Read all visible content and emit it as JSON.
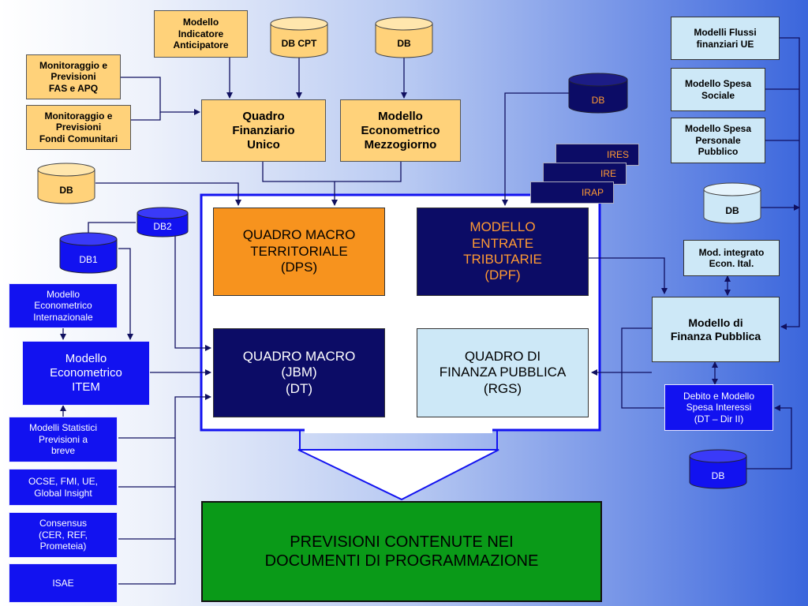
{
  "top_left": {
    "indicatore": "Modello\nIndicatore\nAnticipatore",
    "db_cpt": "DB CPT",
    "db_top": "DB",
    "monitor_fas": "Monitoraggio e\nPrevisioni\nFAS e APQ",
    "monitor_fondi": "Monitoraggio e\nPrevisioni\nFondi Comunitari",
    "quadro_fin": "Quadro\nFinanziario\nUnico",
    "econ_mezzo": "Modello\nEconometrico\nMezzogiorno",
    "db_left": "DB"
  },
  "left": {
    "db2": "DB2",
    "db1": "DB1",
    "econ_intl": "Modello\nEconometrico\nInternazionale",
    "item": "Modello\nEconometrico\nITEM",
    "statistici": "Modelli Statistici\nPrevisioni a\nbreve",
    "ocse": "OCSE, FMI, UE,\nGlobal Insight",
    "consensus": "Consensus\n(CER, REF,\nPrometeia)",
    "isae": "ISAE"
  },
  "center": {
    "territoriale": "QUADRO MACRO\nTERRITORIALE\n(DPS)",
    "entrate": "MODELLO\nENTRATE\nTRIBUTARIE\n(DPF)",
    "jbm": "QUADRO MACRO\n(JBM)\n(DT)",
    "rgs": "QUADRO DI\nFINANZA PUBBLICA\n(RGS)",
    "db_mid": "DB",
    "ires": "IRES",
    "ire": "IRE",
    "irap": "IRAP"
  },
  "right": {
    "flussi": "Modelli Flussi\nfinanziari UE",
    "spesa_sociale": "Modello Spesa\nSociale",
    "spesa_personale": "Modello Spesa\nPersonale\nPubblico",
    "db_right": "DB",
    "integrato": "Mod. integrato\nEcon. Ital.",
    "finanza": "Modello di\nFinanza Pubblica",
    "debito": "Debito e Modello\nSpesa Interessi\n(DT – Dir II)",
    "db_bottom": "DB"
  },
  "output": {
    "previsioni": "PREVISIONI CONTENUTE NEI\nDOCUMENTI DI PROGRAMMAZIONE"
  },
  "colors": {
    "yellow": "#ffd27a",
    "orange": "#f7931e",
    "navy": "#0c0c66",
    "blue": "#1212f0",
    "light_blue": "#cde8f7",
    "green": "#0a9a18",
    "orange_text": "#ff9a33"
  }
}
